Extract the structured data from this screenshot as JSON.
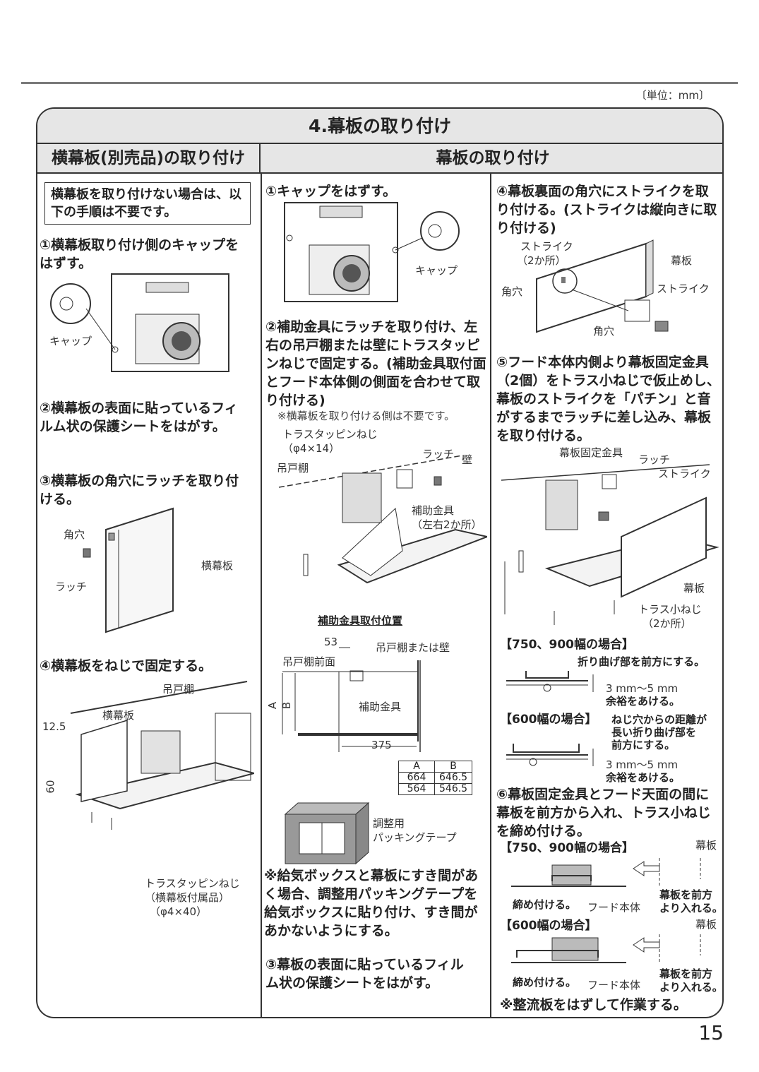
{
  "unit_label": "〔単位：mm〕",
  "title": "4.幕板の取り付け",
  "headers": {
    "left": "横幕板(別売品)の取り付け",
    "right": "幕板の取り付け"
  },
  "left": {
    "notice": "横幕板を取り付けない場合は、以下の手順は不要です。",
    "step1": "①横幕板取り付け側のキャップをはずす。",
    "cap": "キャップ",
    "step2": "②横幕板の表面に貼っているフィルム状の保護シートをはがす。",
    "step3": "③横幕板の角穴にラッチを取り付ける。",
    "kakuana": "角穴",
    "latch": "ラッチ",
    "yokomakuita": "横幕板",
    "step4": "④横幕板をねじで固定する。",
    "tsuritodana": "吊戸棚",
    "yokomakuita2": "横幕板",
    "dim_125": "12.5",
    "dim_60": "60",
    "screw_l1": "トラスタッピンねじ",
    "screw_l2": "（横幕板付属品）",
    "screw_l3": "（φ4×40）"
  },
  "mid": {
    "step1": "①キャップをはずす。",
    "cap": "キャップ",
    "step2": "②補助金具にラッチを取り付け、左右の吊戸棚または壁にトラスタッピンねじで固定する。(補助金具取付面とフード本体側の側面を合わせて取り付ける)",
    "note": "※横幕板を取り付ける側は不要です。",
    "screw_l1": "トラスタッピンねじ",
    "screw_l2": "（φ4×14）",
    "latch": "ラッチ",
    "wall": "壁",
    "tsuritodana": "吊戸棚",
    "hojo_l1": "補助金具",
    "hojo_l2": "（左右2か所）",
    "pos_title": "補助金具取付位置",
    "dim_53": "53",
    "wall_or": "吊戸棚または壁",
    "front": "吊戸棚前面",
    "dim_A": "A",
    "dim_B": "B",
    "hojo": "補助金具",
    "dim_375": "375",
    "table": {
      "head": [
        "A",
        "B"
      ],
      "rows": [
        [
          "664",
          "646.5"
        ],
        [
          "564",
          "546.5"
        ]
      ]
    },
    "tape_l1": "調整用",
    "tape_l2": "パッキングテープ",
    "note2": "※給気ボックスと幕板にすき間があく場合、調整用パッキングテープを給気ボックスに貼り付け、すき間があかないようにする。",
    "step3": "③幕板の表面に貼っているフィルム状の保護シートをはがす。"
  },
  "right": {
    "step4": "④幕板裏面の角穴にストライクを取り付ける。(ストライクは縦向きに取り付ける)",
    "strike": "ストライク",
    "two": "（2か所）",
    "makuita": "幕板",
    "kakuana": "角穴",
    "strike2": "ストライク",
    "kakuana2": "角穴",
    "step5": "⑤フード本体内側より幕板固定金具（2個）をトラス小ねじで仮止めし、幕板のストライクを「パチン」と音がするまでラッチに差し込み、幕板を取り付ける。",
    "fix": "幕板固定金具",
    "latch": "ラッチ",
    "strike3": "ストライク",
    "makuita2": "幕板",
    "truss_l1": "トラス小ねじ",
    "truss_l2": "（2か所）",
    "case750": "【750、900幅の場合】",
    "fold_front": "折り曲げ部を前方にする。",
    "margin1": "3 mm～5 mm",
    "margin2": "余裕をあける。",
    "case600": "【600幅の場合】",
    "long_l1": "ねじ穴からの距離が",
    "long_l2": "長い折り曲げ部を",
    "long_l3": "前方にする。",
    "margin3": "3 mm～5 mm",
    "margin4": "余裕をあける。",
    "step6": "⑥幕板固定金具とフード天面の間に幕板を前方から入れ、トラス小ねじを締め付ける。",
    "case750b": "【750、900幅の場合】",
    "makuita3": "幕板",
    "tighten": "締め付ける。",
    "hood": "フード本体",
    "insert_l1": "幕板を前方",
    "insert_l2": "より入れる。",
    "case600b": "【600幅の場合】",
    "makuita4": "幕板",
    "tighten2": "締め付ける。",
    "hood2": "フード本体",
    "insert_l3": "幕板を前方",
    "insert_l4": "より入れる。",
    "final_note": "※整流板をはずして作業する。"
  },
  "page_number": "15"
}
